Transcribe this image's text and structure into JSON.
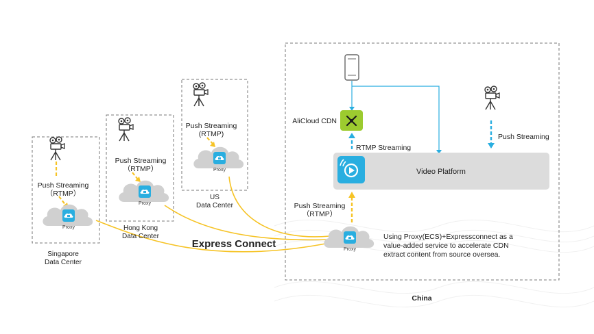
{
  "datacenters": {
    "singapore": {
      "line1": "Singapore",
      "line2": "Data Center"
    },
    "hongkong": {
      "line1": "Hong Kong",
      "line2": "Data Center"
    },
    "us": {
      "line1": "US",
      "line2": "Data Center"
    },
    "china": {
      "label": "China"
    }
  },
  "push_streaming": {
    "line1": "Push Streaming",
    "line2": "（RTMP）",
    "line2_alt": "(RTMP)",
    "single": "Push Streaming"
  },
  "proxy_label": "Proxy",
  "express_connect": "Express Connect",
  "alicloud_cdn": "AliCloud CDN",
  "rtmp_streaming": "RTMP Streaming",
  "video_platform": "Video Platform",
  "description": {
    "line1": "Using Proxy(ECS)+Expressconnect as a",
    "line2": "value-added service to accelerate CDN",
    "line3": "extract content from source oversea."
  },
  "colors": {
    "yellow": "#f6c325",
    "cyan": "#29aee0",
    "cdn_green": "#9ccb2f",
    "platform_gray": "#dcdcdc",
    "cloud_gray": "#cfcfcf",
    "dashed_border": "#777777"
  },
  "icons": [
    "camera-tripod-icon",
    "cloud-proxy-icon",
    "smartphone-icon",
    "cdn-icon",
    "video-platform-icon"
  ]
}
